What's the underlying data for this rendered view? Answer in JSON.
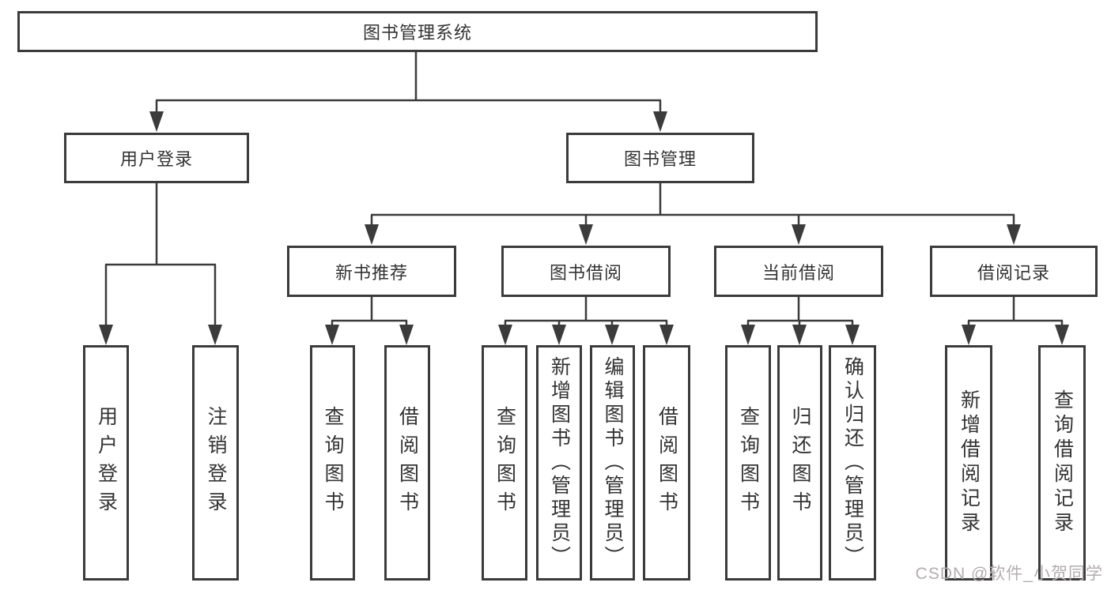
{
  "diagram": {
    "root": {
      "label": "图书管理系统"
    },
    "level2": [
      {
        "label": "用户登录"
      },
      {
        "label": "图书管理"
      }
    ],
    "level3": [
      {
        "label": "新书推荐"
      },
      {
        "label": "图书借阅"
      },
      {
        "label": "当前借阅"
      },
      {
        "label": "借阅记录"
      }
    ],
    "leaves": {
      "login": [
        {
          "label": "用户登录"
        },
        {
          "label": "注销登录"
        }
      ],
      "new_books": [
        {
          "label": "查询图书"
        },
        {
          "label": "借阅图书"
        }
      ],
      "book_borrow": [
        {
          "label": "查询图书"
        },
        {
          "label": "新增图书（管理员）"
        },
        {
          "label": "编辑图书（管理员）"
        },
        {
          "label": "借阅图书"
        }
      ],
      "current_borrow": [
        {
          "label": "查询图书"
        },
        {
          "label": "归还图书"
        },
        {
          "label": "确认归还（管理员）"
        }
      ],
      "borrow_records": [
        {
          "label": "新增借阅记录"
        },
        {
          "label": "查询借阅记录"
        }
      ]
    },
    "colors": {
      "line": "#3b3b3b",
      "text": "#333333",
      "background": "#ffffff"
    }
  },
  "watermark": {
    "text": "CSDN @软件_小贺同学",
    "color": "#b4adaf"
  }
}
